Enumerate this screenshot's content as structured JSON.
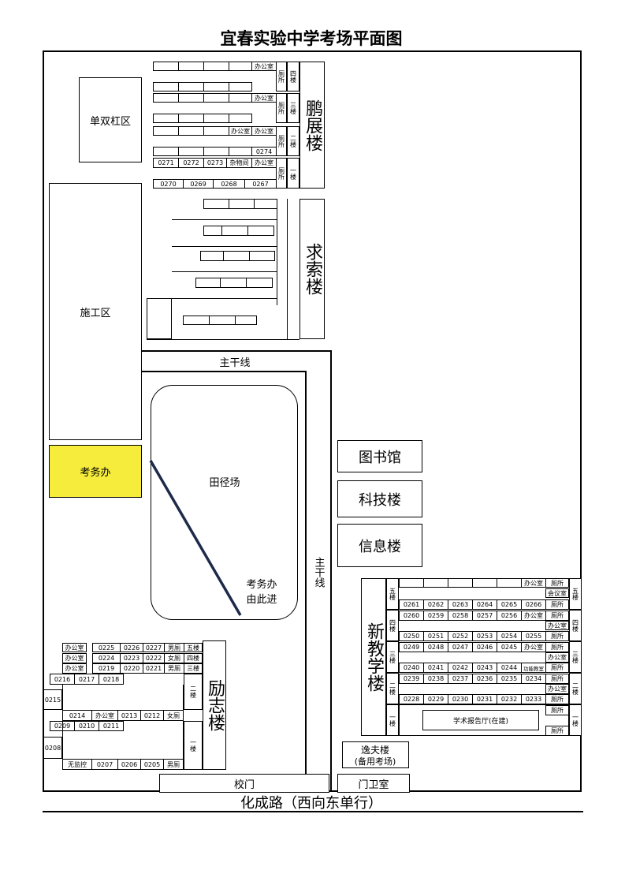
{
  "title": "宜春实验中学考场平面图",
  "road": "化成路（西向东单行）",
  "zones": {
    "shuangshuang": "单双杠区",
    "construction": "施工区",
    "exam_office": "考务办",
    "track": "田径场",
    "entrance_note": "考务办\n由此进",
    "main_line_top": "主干线",
    "main_line_side": "主干线",
    "gate": "校门",
    "guard": "门卫室"
  },
  "colors": {
    "exam_office": "#f5ec3c",
    "route": "#1d2a4a"
  },
  "buildings": {
    "pengzhan": "鹏展楼",
    "qiusuo": "求索楼",
    "library": "图书馆",
    "tech": "科技楼",
    "info": "信息楼",
    "xinjiao": "新教学楼",
    "yifu": "逸夫楼",
    "yifu_note": "(备用考场)",
    "lizhi": "励志楼"
  },
  "pengzhan": {
    "floor4": "四楼",
    "floor3": "三楼",
    "floor2": "二楼",
    "floor1": "一楼",
    "toilet": "厕所",
    "office": "办公室",
    "room_0274": "0274",
    "row2": [
      "0271",
      "0272",
      "0273",
      "杂物间",
      "办公室"
    ],
    "row1": [
      "0270",
      "0269",
      "0268",
      "0267"
    ]
  },
  "xinjiao": {
    "floors": [
      "五楼",
      "四楼",
      "三楼",
      "二楼",
      "一楼"
    ],
    "f5_office": "办公室",
    "f5_meeting": "会议室",
    "toilet": "厕所",
    "f5_rooms": [
      "0261",
      "0262",
      "0263",
      "0264",
      "0265",
      "0266"
    ],
    "f4_rooms_top": [
      "0260",
      "0259",
      "0258",
      "0257",
      "0256",
      "办公室"
    ],
    "f4_rooms_bot": [
      "0250",
      "0251",
      "0252",
      "0253",
      "0254",
      "0255"
    ],
    "f3_rooms_top": [
      "0249",
      "0248",
      "0247",
      "0246",
      "0245",
      "办公室"
    ],
    "f3_office": "办公室",
    "f3_rooms_bot": [
      "0240",
      "0241",
      "0242",
      "0243",
      "0244",
      "功能教室"
    ],
    "f2_rooms_top": [
      "0239",
      "0238",
      "0237",
      "0236",
      "0235",
      "0234"
    ],
    "f2_office": "办公室",
    "f2_rooms_bot": [
      "0228",
      "0229",
      "0230",
      "0231",
      "0232",
      "0233"
    ],
    "hall": "学术报告厅(在建)"
  },
  "lizhi": {
    "f5": [
      "办公室",
      "0225",
      "0226",
      "0227",
      "男厕",
      "五楼"
    ],
    "f4": [
      "办公室",
      "0224",
      "0223",
      "0222",
      "女厕",
      "四楼"
    ],
    "f3": [
      "办公室",
      "0219",
      "0220",
      "0221",
      "男厕",
      "三楼"
    ],
    "f2_top": [
      "0216",
      "0217",
      "0218"
    ],
    "room_0215": "0215",
    "floor2": "二楼",
    "f2_mid": [
      "0214",
      "办公室",
      "0213",
      "0212",
      "女厕"
    ],
    "f1_top": [
      "0209",
      "0210",
      "0211"
    ],
    "room_0208": "0208",
    "floor1": "一楼",
    "f1_bot": [
      "无监控",
      "0207",
      "0206",
      "0205",
      "男厕"
    ]
  }
}
